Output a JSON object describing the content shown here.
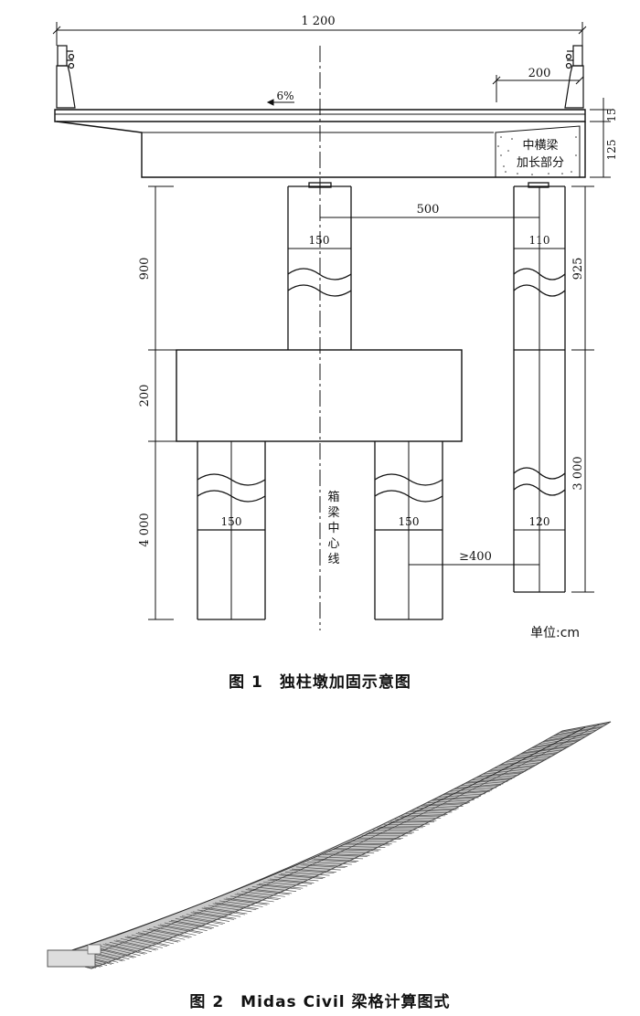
{
  "figure1": {
    "dims": {
      "overall_width": "1 200",
      "cantilever_200": "200",
      "slope": "6%",
      "h15": "15",
      "h125": "125",
      "span500": "500",
      "col150_top": "150",
      "col110": "110",
      "h900": "900",
      "h925": "925",
      "h200": "200",
      "h3000": "3 000",
      "h4000": "4 000",
      "pile150_left": "150",
      "pile150_right": "150",
      "pile120": "120",
      "ge400": "≥400"
    },
    "labels": {
      "crossbeam_line1": "中横梁",
      "crossbeam_line2": "加长部分",
      "centerline_vertical": "箱梁中心线"
    },
    "unit": "单位:cm",
    "caption": "图 1　独柱墩加固示意图"
  },
  "figure2": {
    "caption": "图 2　Midas Civil 梁格计算图式"
  }
}
